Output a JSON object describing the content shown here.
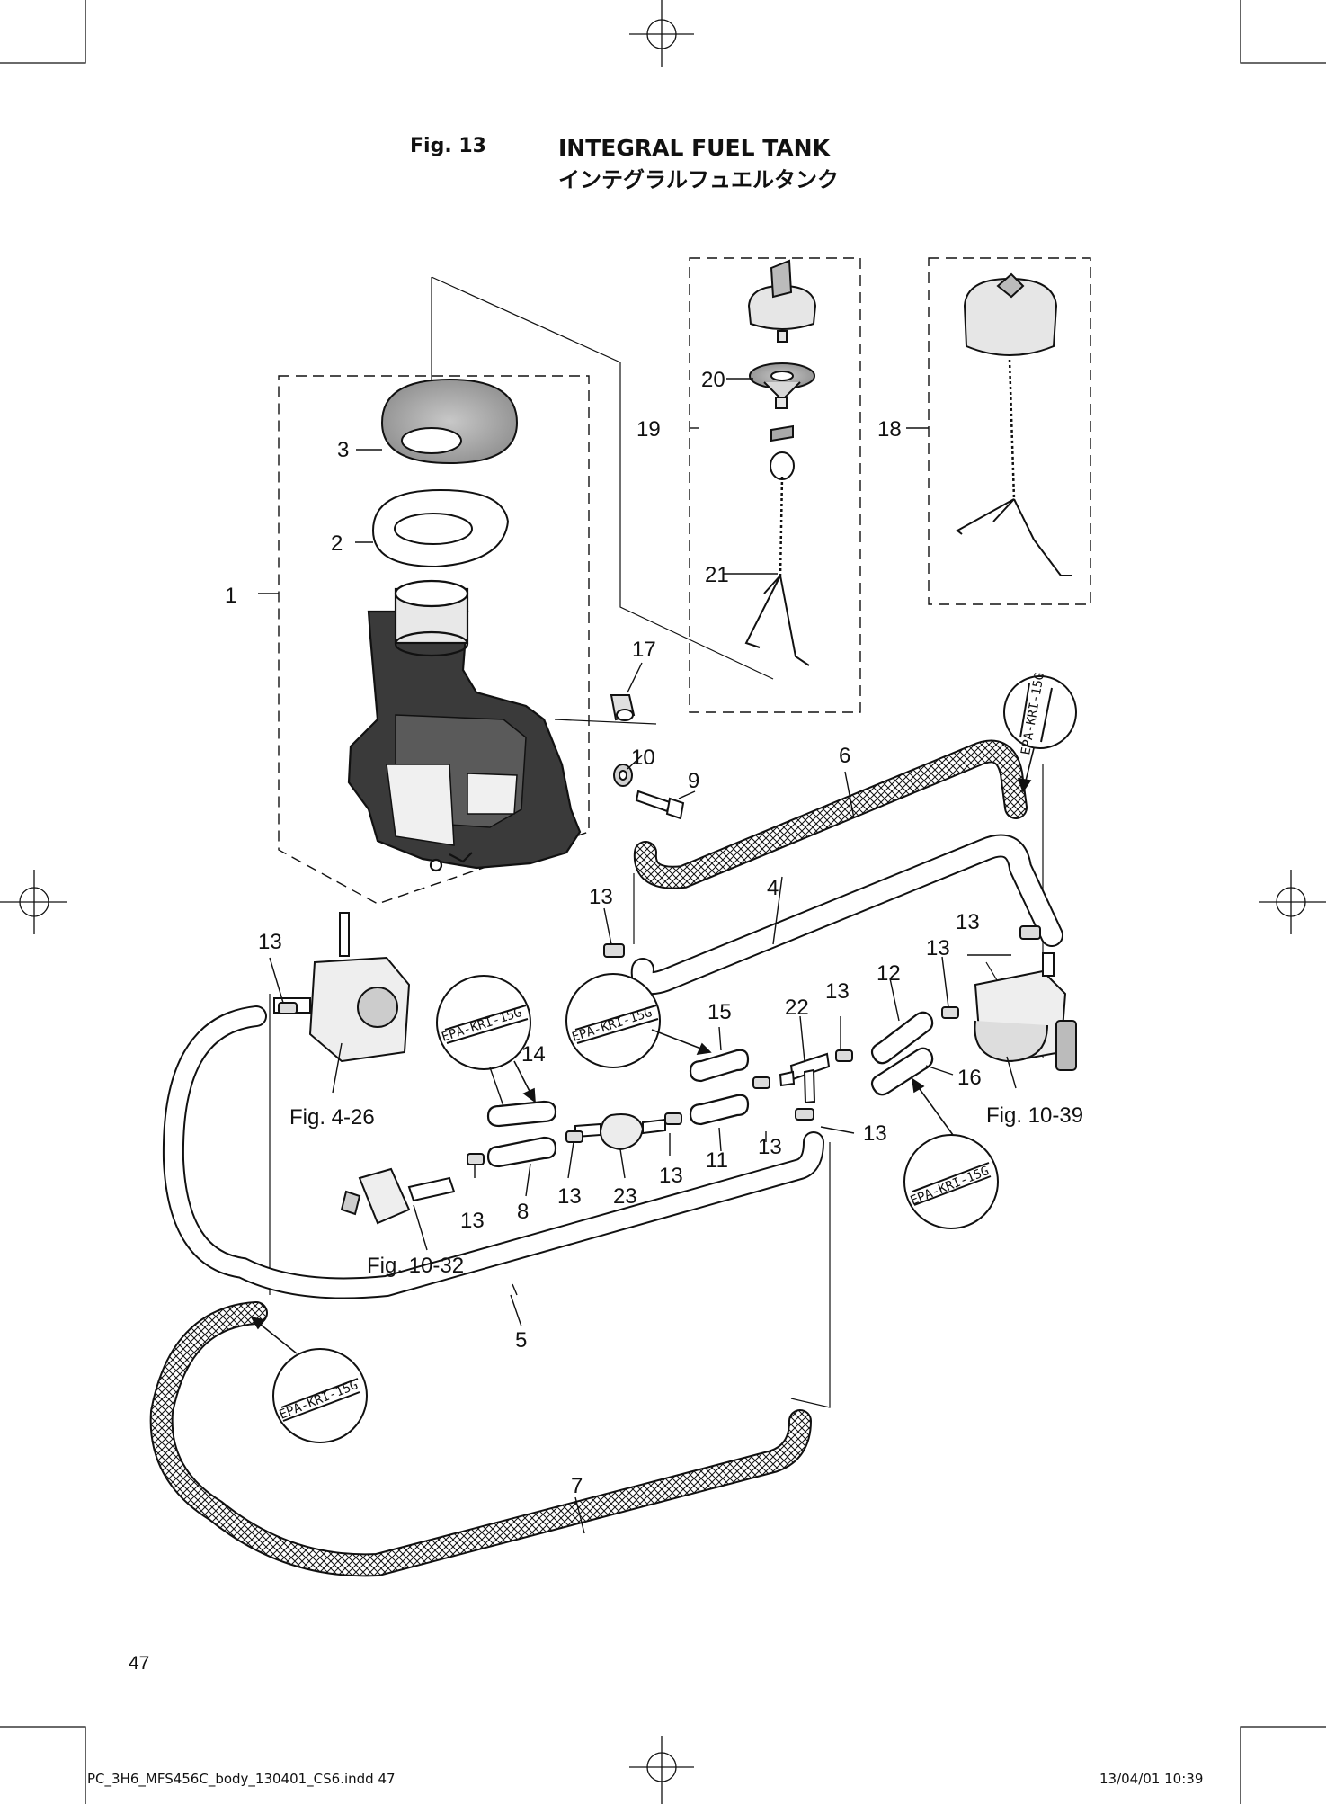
{
  "header": {
    "fig_label": "Fig. 13",
    "title_en": "INTEGRAL FUEL TANK",
    "title_jp": "インテグラルフュエルタンク"
  },
  "callouts": {
    "c1": "1",
    "c2": "2",
    "c3": "3",
    "c4": "4",
    "c5": "5",
    "c6": "6",
    "c7": "7",
    "c8": "8",
    "c9": "9",
    "c10": "10",
    "c11": "11",
    "c12": "12",
    "c13": "13",
    "c14": "14",
    "c15": "15",
    "c16": "16",
    "c17": "17",
    "c18": "18",
    "c19": "19",
    "c20": "20",
    "c21": "21",
    "c22": "22",
    "c23": "23"
  },
  "references": {
    "fig_4_26": "Fig. 4-26",
    "fig_10_39": "Fig. 10-39",
    "fig_10_32": "Fig. 10-32"
  },
  "hose_stamp": "EPA-KRI-15G",
  "page_number": "47",
  "footer": {
    "file": "PC_3H6_MFS456C_body_130401_CS6.indd   47",
    "date": "13/04/01   10:39"
  },
  "colors": {
    "line": "#111111",
    "paper": "#ffffff",
    "fill_gray": "#d9d9d9"
  }
}
